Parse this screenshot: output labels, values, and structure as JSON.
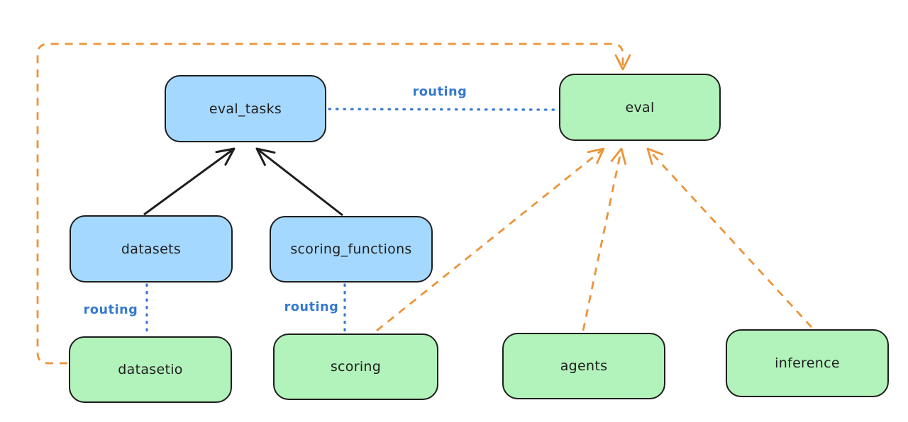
{
  "diagram": {
    "nodes": {
      "eval_tasks": {
        "label": "eval_tasks",
        "color": "blue"
      },
      "eval": {
        "label": "eval",
        "color": "green"
      },
      "datasets": {
        "label": "datasets",
        "color": "blue"
      },
      "scoring_functions": {
        "label": "scoring_functions",
        "color": "blue"
      },
      "datasetio": {
        "label": "datasetio",
        "color": "green"
      },
      "scoring": {
        "label": "scoring",
        "color": "green"
      },
      "agents": {
        "label": "agents",
        "color": "green"
      },
      "inference": {
        "label": "inference",
        "color": "green"
      }
    },
    "edges": [
      {
        "from": "datasets",
        "to": "eval_tasks",
        "style": "solid-arrow",
        "label": ""
      },
      {
        "from": "scoring_functions",
        "to": "eval_tasks",
        "style": "solid-arrow",
        "label": ""
      },
      {
        "from": "eval_tasks",
        "to": "eval",
        "style": "dotted",
        "label": "routing"
      },
      {
        "from": "datasets",
        "to": "datasetio",
        "style": "dotted",
        "label": "routing"
      },
      {
        "from": "scoring_functions",
        "to": "scoring",
        "style": "dotted",
        "label": "routing"
      },
      {
        "from": "datasetio",
        "to": "eval",
        "style": "dashed-arrow",
        "label": ""
      },
      {
        "from": "scoring",
        "to": "eval",
        "style": "dashed-arrow",
        "label": ""
      },
      {
        "from": "agents",
        "to": "eval",
        "style": "dashed-arrow",
        "label": ""
      },
      {
        "from": "inference",
        "to": "eval",
        "style": "dashed-arrow",
        "label": ""
      }
    ],
    "colors": {
      "blue_fill": "#a5d8ff",
      "green_fill": "#b2f2bb",
      "node_stroke": "#1e1e1e",
      "routing_text": "#3579cf",
      "orange_dash": "#ec9439",
      "canvas_bg": "#ffffff"
    }
  }
}
